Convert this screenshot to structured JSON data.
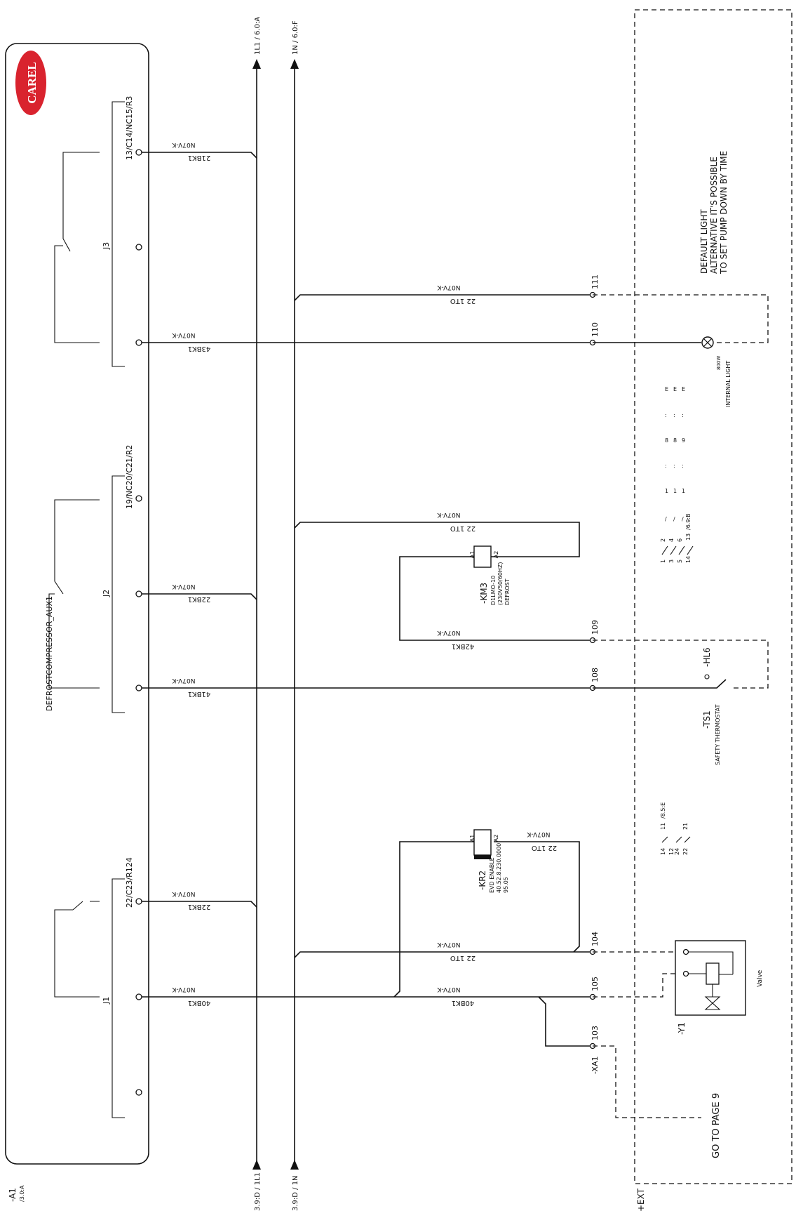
{
  "logo": {
    "text": "CAREL",
    "color": "#d9232e"
  },
  "module": {
    "tag": "-A1",
    "ref": "/3.0:A"
  },
  "rails": {
    "l1_top": "1L1 / 6.0:A",
    "n_top": "1N / 6.0:F",
    "l1_bottom": "3.9:D / 1L1",
    "n_bottom": "3.9:D / 1N"
  },
  "external": {
    "tag": "+EXT"
  },
  "connectors": {
    "j3": {
      "name": "J3",
      "pins": "13/C14/NC15/R3"
    },
    "j2": {
      "name": "J2",
      "pins": "19/NC20/C21/R2"
    },
    "j1": {
      "name": "J1",
      "pins": "22/C23/R124"
    }
  },
  "relay_label": "DEFROSTCOMPRESSOR_AUX1",
  "wires": {
    "wire_type": "N07V-K",
    "w_21bk1": "21BK1",
    "w_43bk1": "43BK1",
    "w_22bk1": "22BK1",
    "w_41bk1": "41BK1",
    "w_42bk1": "42BK1",
    "w_40bk1": "40BK1",
    "w_22_1to": "22  1TO"
  },
  "terminals": {
    "t111": "111",
    "t110": "110",
    "t109": "109",
    "t108": "108",
    "t104": "104",
    "t105": "105",
    "t103": "103",
    "xa1": "-XA1"
  },
  "km3": {
    "tag": "-KM3",
    "model": "D1LMO-10",
    "spec": "(230V50/60HZ)",
    "desc": "DEFROST",
    "a1": "A1",
    "a2": "A2"
  },
  "kr2": {
    "tag": "-KR2",
    "desc": "EVD ENABLE",
    "model": "40.52.8.230.0000",
    "base": "95.05",
    "a1": "A1",
    "a2": "A2"
  },
  "km3_contacts": [
    "1",
    "2",
    "3",
    "4",
    "5",
    "6",
    "14",
    "13",
    "/6.9:B"
  ],
  "kr2_contacts": [
    "14",
    "11",
    "/8.5:E",
    "12",
    "24",
    "22",
    "21"
  ],
  "contact_table": {
    "row1": [
      "/",
      "1",
      ":",
      "8",
      ":",
      "E"
    ],
    "row2": [
      "/",
      "1",
      ":",
      "8",
      ":",
      "E"
    ],
    "row3": [
      "/",
      "1",
      ":",
      "9",
      ":",
      "E"
    ]
  },
  "lamp": {
    "label": "INTERNAL LIGHT",
    "spec": "800W"
  },
  "note": {
    "line1": "DEFAULT LIGHT",
    "line2": "ALTERNATIVE IT'S POSSIBLE",
    "line3": "TO SET PUMP DOWN BY TIME"
  },
  "hl6": {
    "tag": "-HL6"
  },
  "ts1": {
    "tag": "-TS1",
    "desc": "SAFETY THERMOSTAT"
  },
  "valve": {
    "tag": "-Y1",
    "desc": "Valve"
  },
  "goto": {
    "text": "GO TO PAGE 9"
  }
}
